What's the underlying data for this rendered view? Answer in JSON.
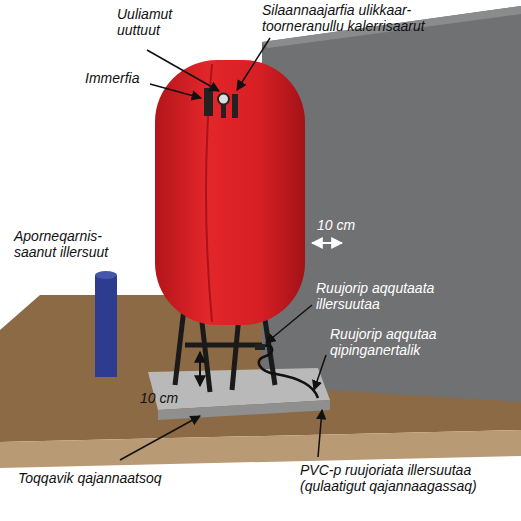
{
  "diagram": {
    "labels": [
      "Uuliamut uuttuut",
      "Silaannaajarfia ulikkaar- toorneranullu kalerrisaarut",
      "Immerfia",
      "Aporneqarnis- saanut illersuut",
      "10 cm",
      "Ruujorip aqqutaata illersuutaa",
      "Ruujorip aqqutaa qipinganertalik",
      "10 cm",
      "Toqqavik qajannaatsoq",
      "PVC-p ruujoriata illersuutaa (qulaatigut qajannaagassaq)"
    ]
  }
}
